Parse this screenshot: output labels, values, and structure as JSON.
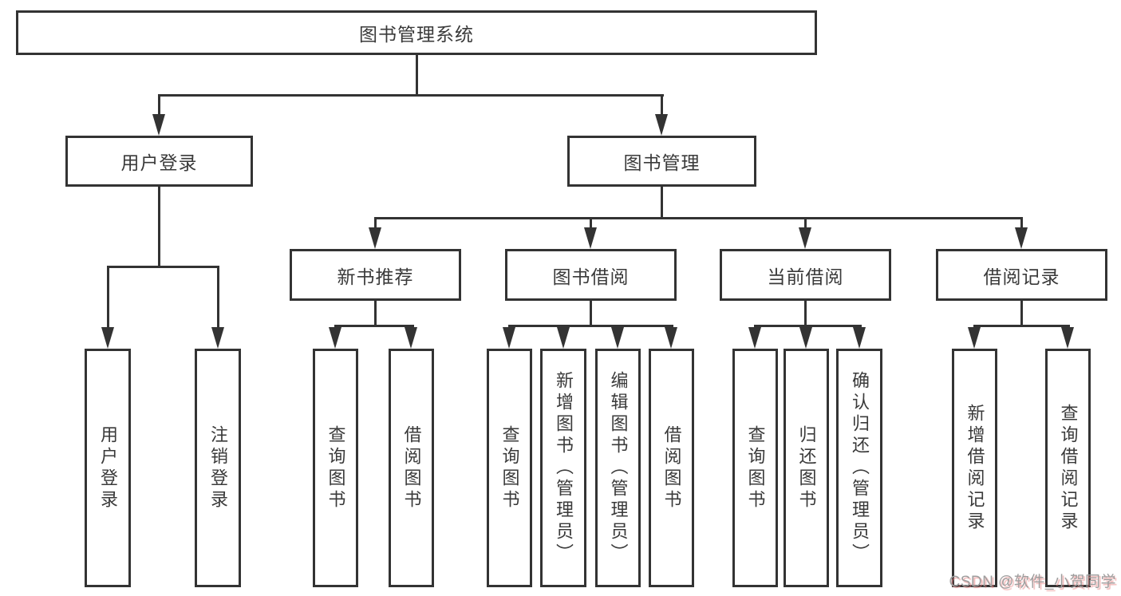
{
  "diagram_title": "图书管理系统",
  "tree": {
    "label": "图书管理系统",
    "children": [
      {
        "label": "用户登录",
        "children": [
          {
            "label": "用户登录"
          },
          {
            "label": "注销登录"
          }
        ]
      },
      {
        "label": "图书管理",
        "children": [
          {
            "label": "新书推荐",
            "children": [
              {
                "label": "查询图书"
              },
              {
                "label": "借阅图书"
              }
            ]
          },
          {
            "label": "图书借阅",
            "children": [
              {
                "label": "查询图书"
              },
              {
                "label": "新增图书（管理员）"
              },
              {
                "label": "编辑图书（管理员）"
              },
              {
                "label": "借阅图书"
              }
            ]
          },
          {
            "label": "当前借阅",
            "children": [
              {
                "label": "查询图书"
              },
              {
                "label": "归还图书"
              },
              {
                "label": "确认归还（管理员）"
              }
            ]
          },
          {
            "label": "借阅记录",
            "children": [
              {
                "label": "新增借阅记录"
              },
              {
                "label": "查询借阅记录"
              }
            ]
          }
        ]
      }
    ]
  },
  "watermark": {
    "text": "CSDN @软件_小贺同学"
  },
  "colors": {
    "line": "#333333",
    "text": "#3a3a3a",
    "background": "#ffffff",
    "watermark_gray": "#9e9e9e",
    "watermark_shadow_red": "#e78080"
  }
}
